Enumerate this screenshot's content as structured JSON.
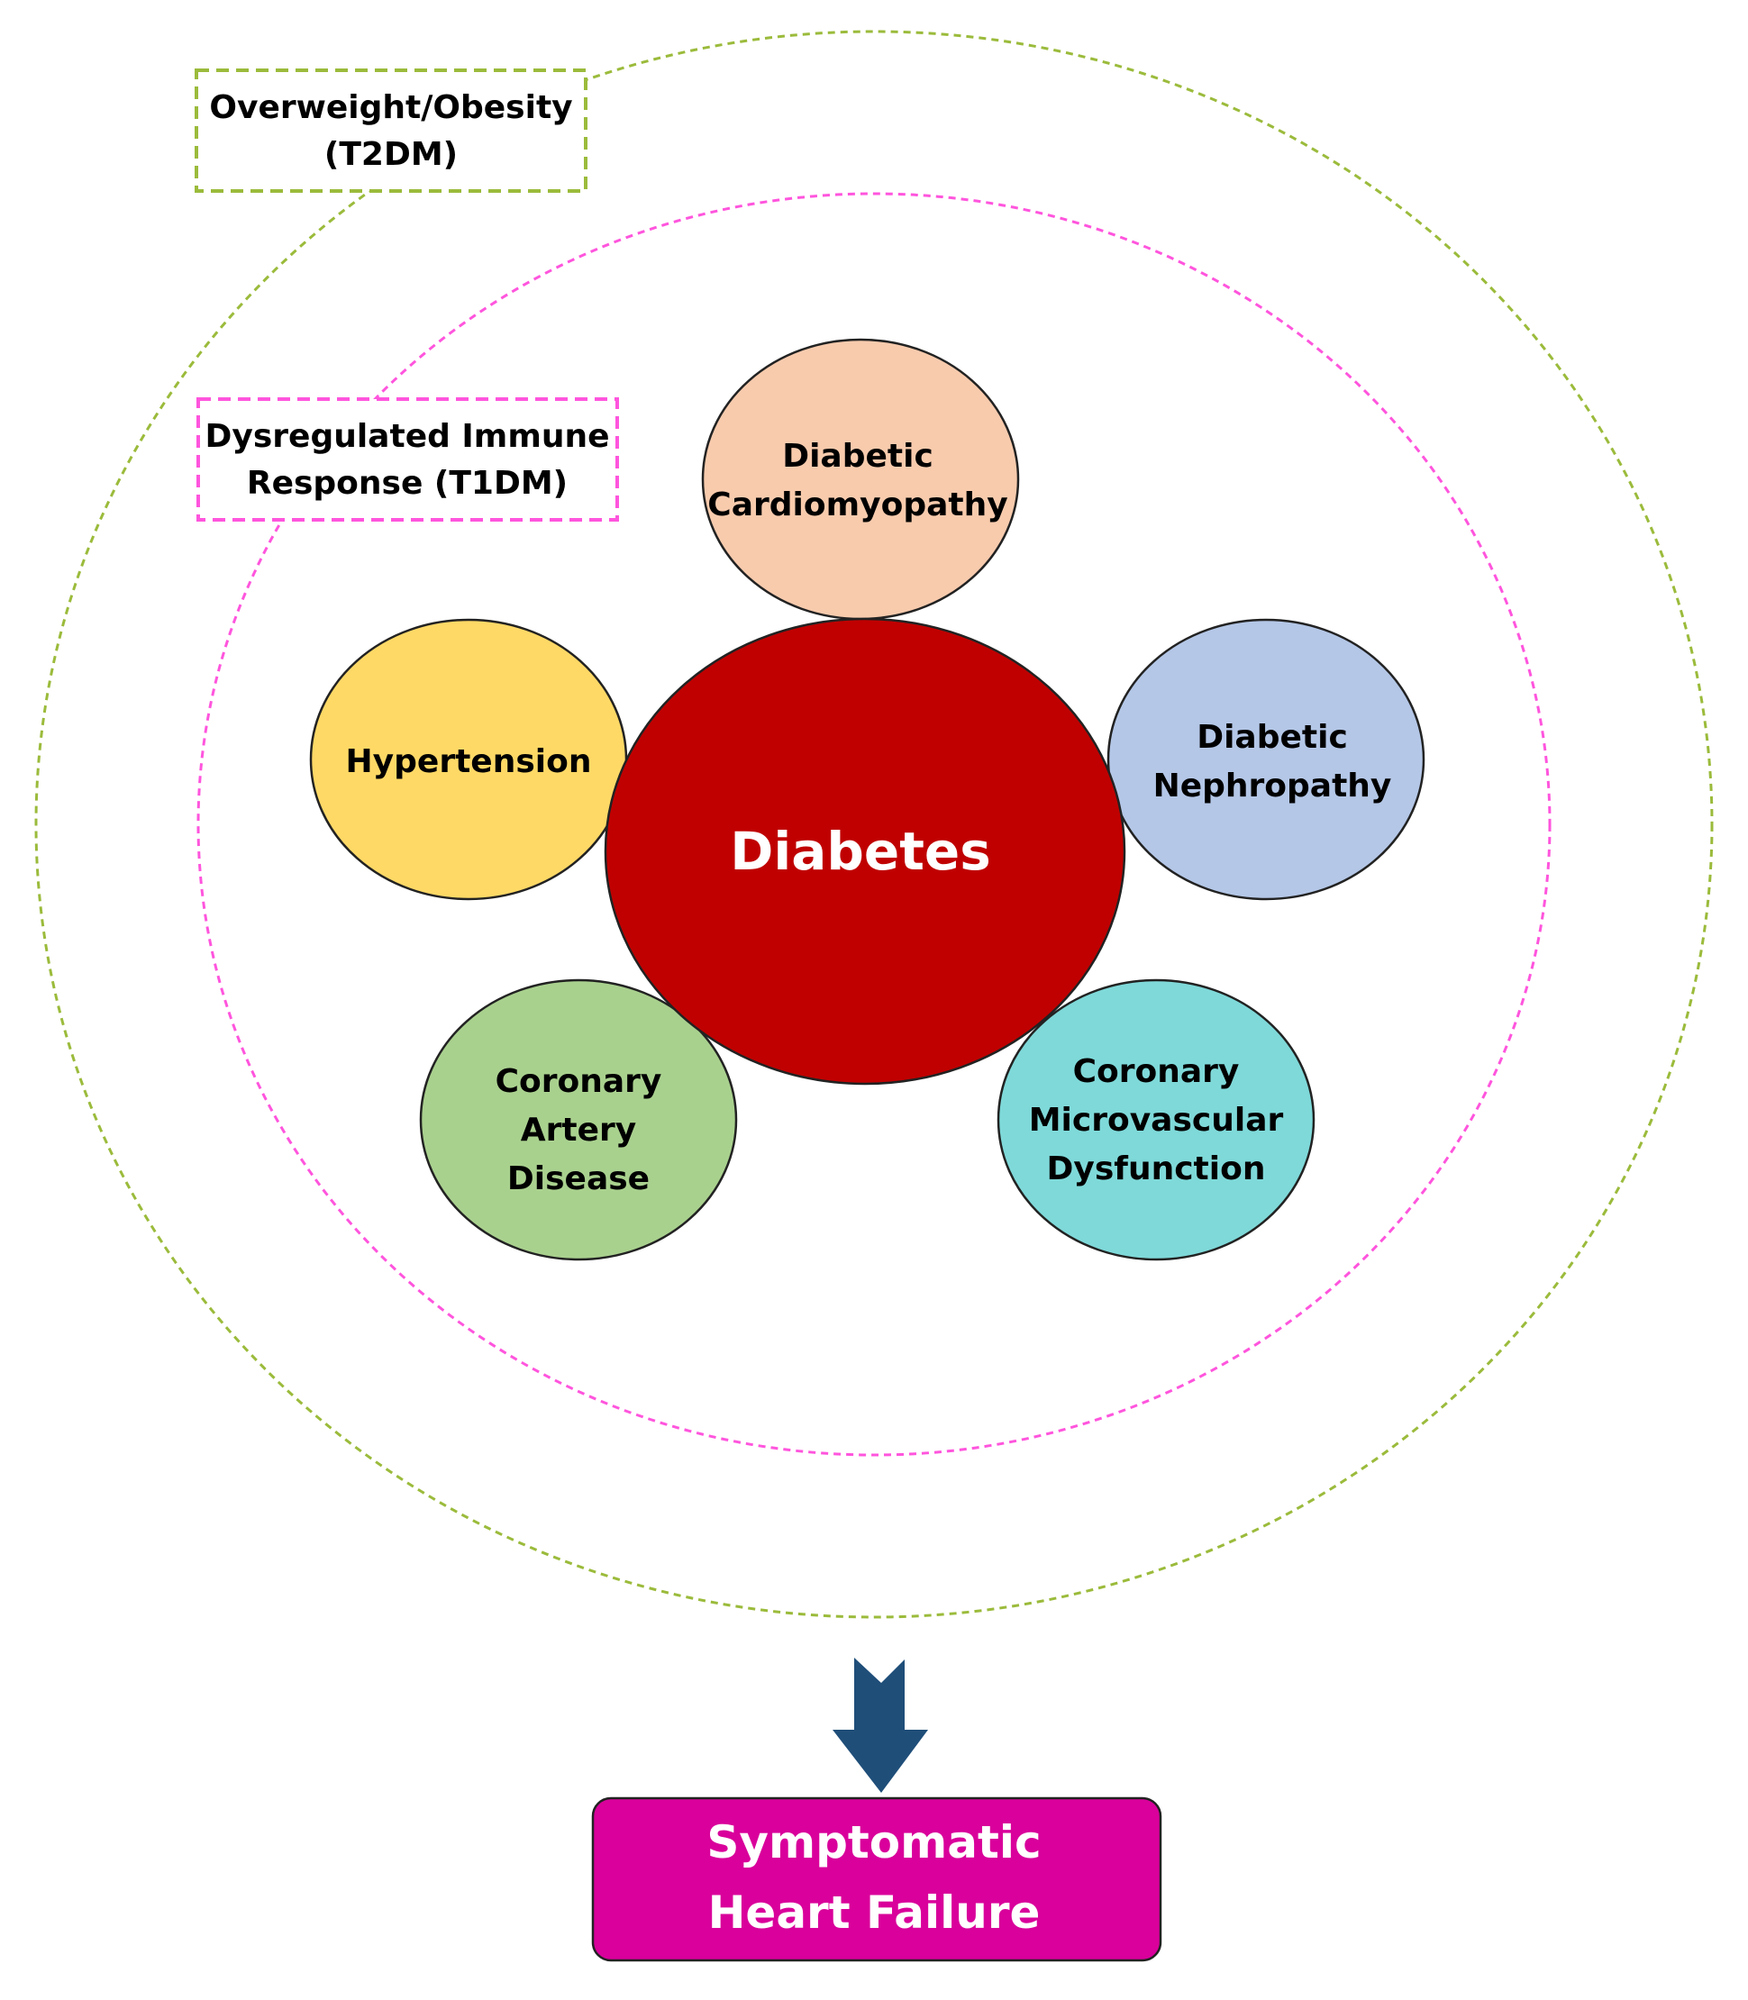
{
  "diagram": {
    "outer_ring": {
      "label_lines": [
        "Overweight/Obesity",
        "(T2DM)"
      ],
      "color": "#9bbb3b"
    },
    "inner_ring": {
      "label_lines": [
        "Dysregulated Immune",
        "Response (T1DM)"
      ],
      "color": "#ff55dd"
    },
    "center": {
      "label": "Diabetes",
      "fill": "#c00000",
      "text_color": "#ffffff"
    },
    "nodes": [
      {
        "id": "cardiomyopathy",
        "lines": [
          "Diabetic",
          "Cardiomyopathy"
        ],
        "fill": "#f8cbad"
      },
      {
        "id": "hypertension",
        "lines": [
          "Hypertension"
        ],
        "fill": "#ffd966"
      },
      {
        "id": "nephropathy",
        "lines": [
          "Diabetic",
          "Nephropathy"
        ],
        "fill": "#b4c7e7"
      },
      {
        "id": "coronary-artery-disease",
        "lines": [
          "Coronary",
          "Artery",
          "Disease"
        ],
        "fill": "#a9d18e"
      },
      {
        "id": "coronary-microvascular-dysfunction",
        "lines": [
          "Coronary",
          "Microvascular",
          "Dysfunction"
        ],
        "fill": "#7fd9d9"
      }
    ],
    "arrow": {
      "color": "#1f4e79"
    },
    "outcome": {
      "lines": [
        "Symptomatic",
        "Heart Failure"
      ],
      "fill": "#d9009b",
      "text_color": "#ffffff"
    }
  }
}
